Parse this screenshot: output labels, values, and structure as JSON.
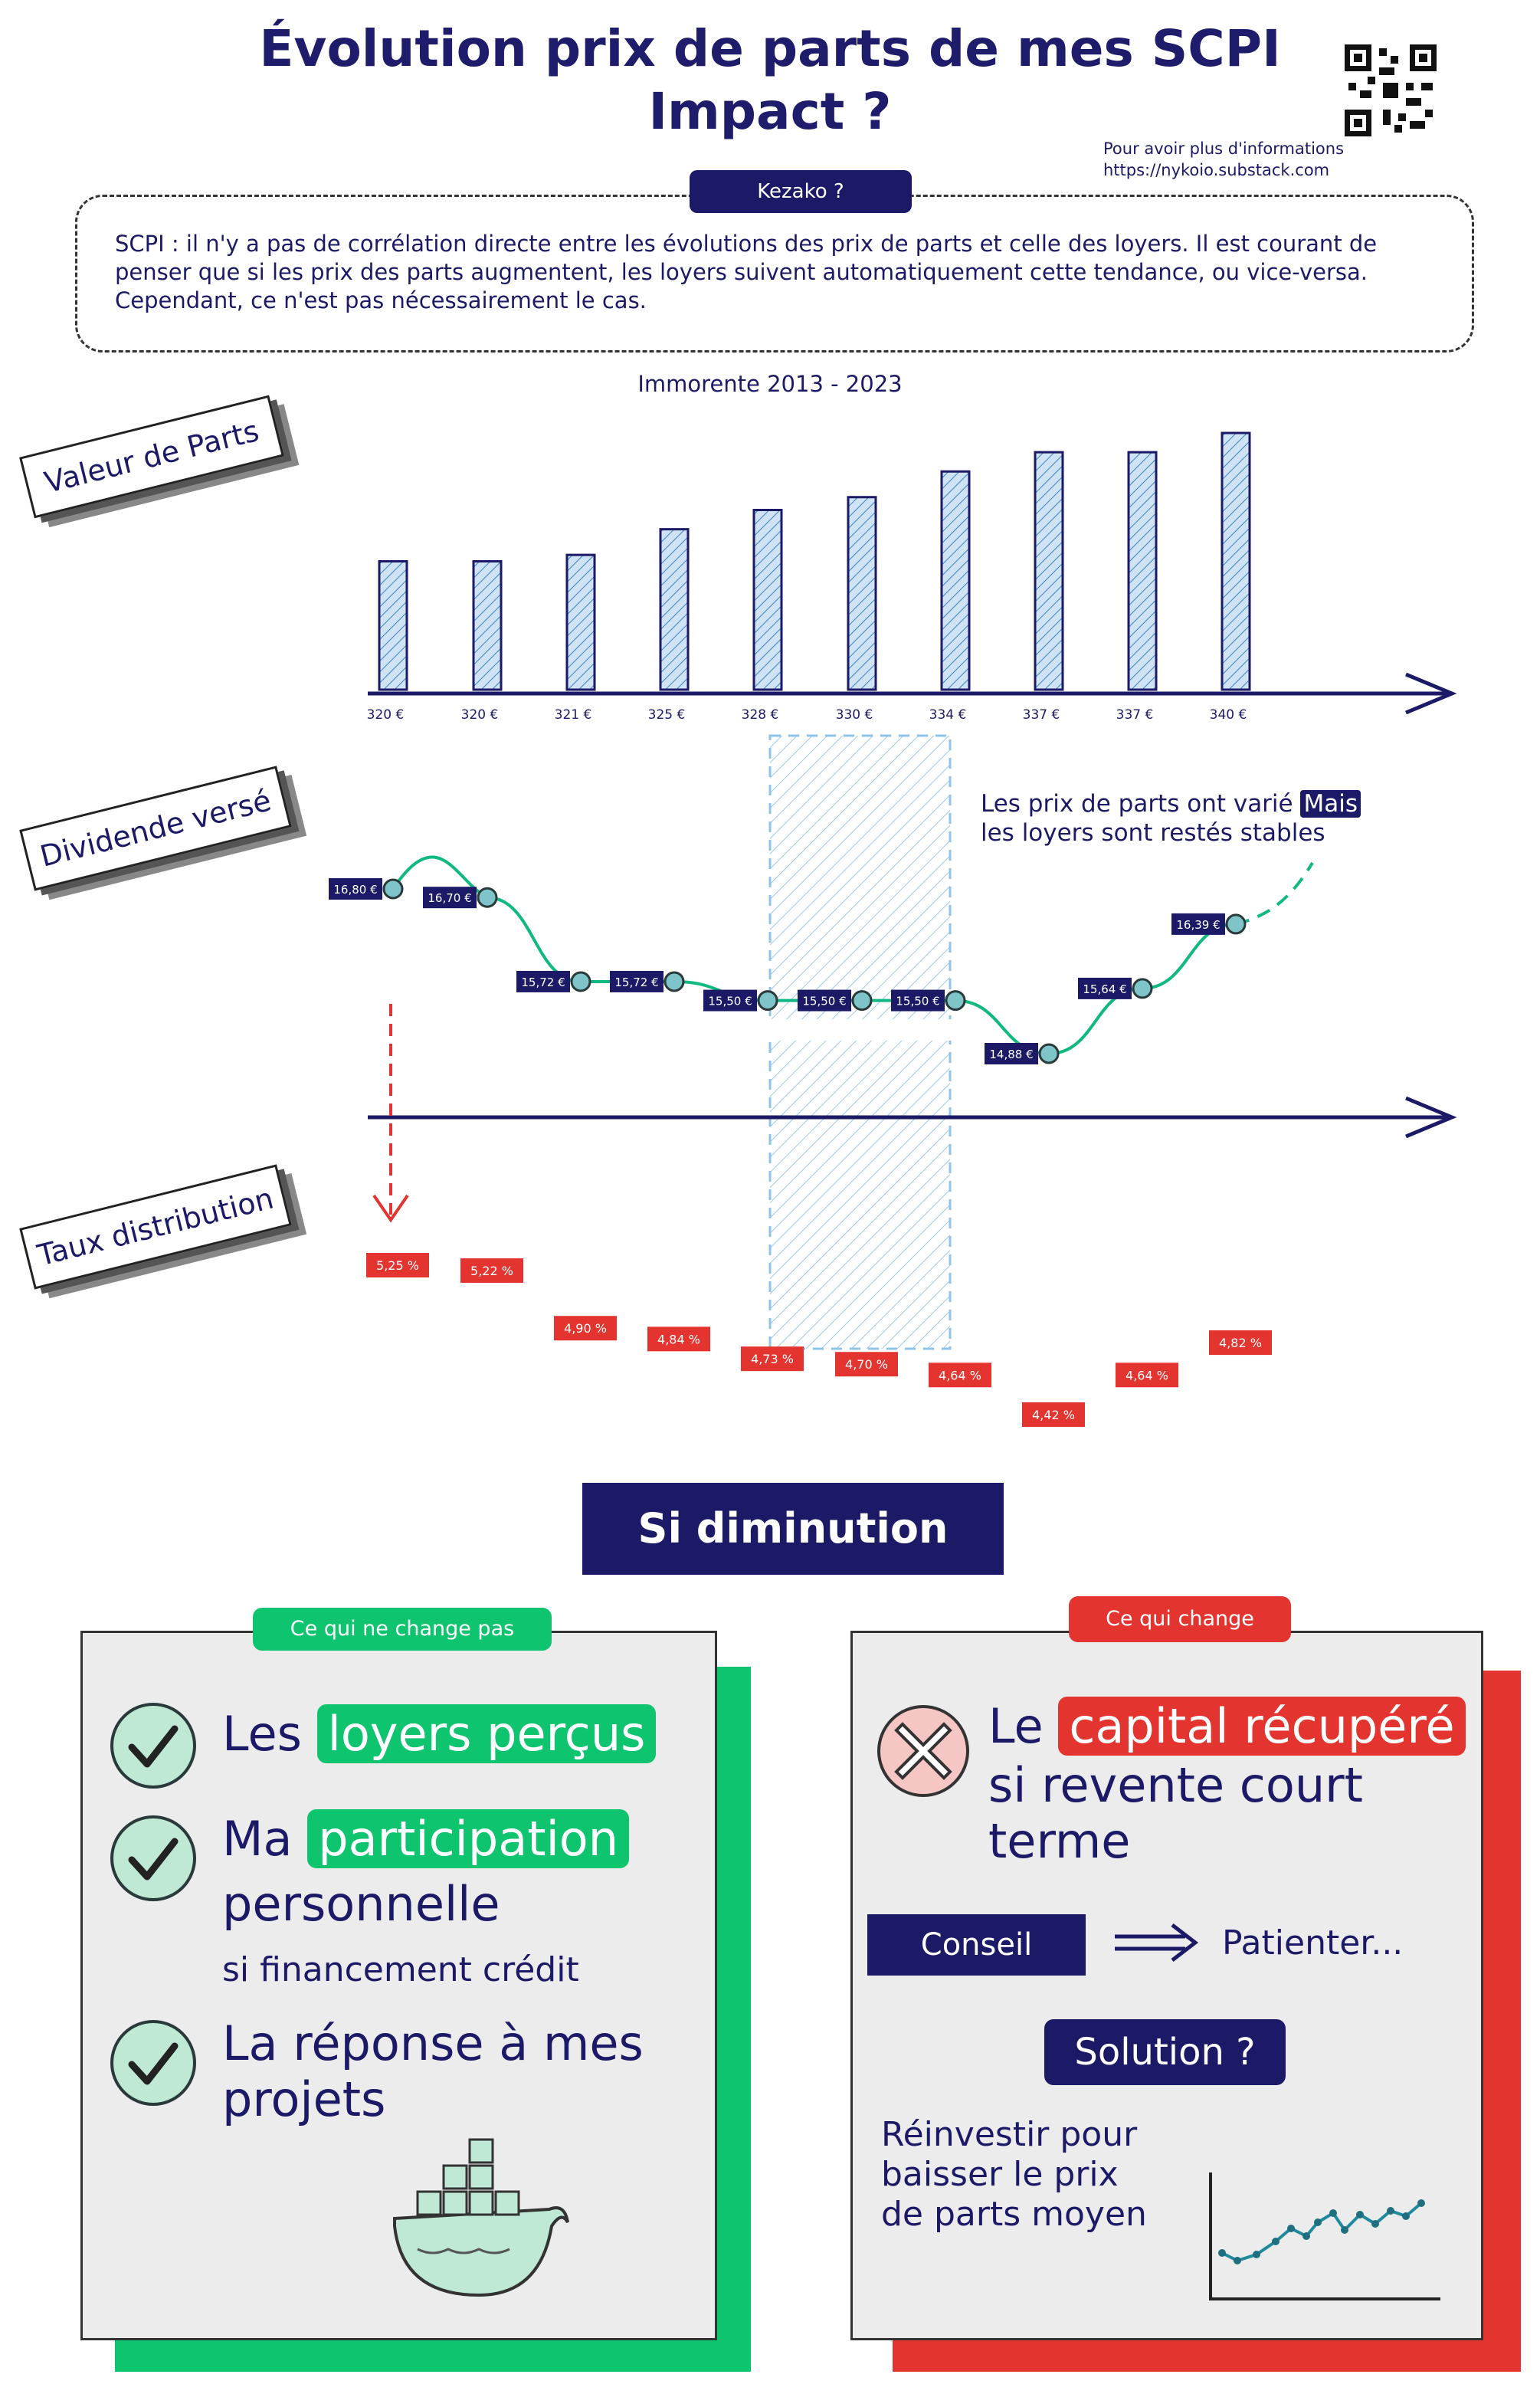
{
  "header": {
    "title_line1": "Évolution prix de parts de mes SCPI",
    "title_line2": "Impact ?",
    "info_line1": "Pour avoir plus d'informations",
    "info_line2": "https://nykoio.substack.com"
  },
  "kezako": {
    "label": "Kezako ?",
    "text": "SCPI : il n'y a pas de corrélation directe entre les évolutions des prix de parts et celle des loyers. Il est courant de penser que si les prix des parts augmentent, les loyers suivent automatiquement cette tendance, ou vice-versa. Cependant, ce n'est pas nécessairement le cas."
  },
  "tags": {
    "valeur": "Valeur de Parts",
    "dividende": "Dividende versé",
    "taux": "Taux distribution"
  },
  "note": {
    "part1": "Les prix de parts ont varié",
    "mais": "Mais",
    "part2": "les loyers sont restés stables"
  },
  "chart_data": [
    {
      "type": "bar",
      "title": "Immorente 2013 - 2023",
      "categories": [
        "320 €",
        "320 €",
        "321 €",
        "325 €",
        "328 €",
        "330 €",
        "334 €",
        "337 €",
        "337 €",
        "340 €"
      ],
      "values": [
        320,
        320,
        321,
        325,
        328,
        330,
        334,
        337,
        337,
        340
      ],
      "colors": {
        "bar": "#bcd7f0",
        "bar_stroke": "#1c1a66",
        "axis": "#1c1a66"
      }
    },
    {
      "type": "line",
      "labels": [
        "16,80 €",
        "16,70 €",
        "15,72 €",
        "15,72 €",
        "15,50 €",
        "15,50 €",
        "15,50 €",
        "14,88 €",
        "15,64 €",
        "16,39 €"
      ],
      "values": [
        16.8,
        16.7,
        15.72,
        15.72,
        15.5,
        15.5,
        15.5,
        14.88,
        15.64,
        16.39
      ],
      "colors": {
        "line": "#10b981",
        "marker": "#7fc4c9",
        "label_bg": "#1c1a66"
      }
    },
    {
      "type": "scatter",
      "labels": [
        "5,25 %",
        "5,22 %",
        "4,90 %",
        "4,84 %",
        "4,73 %",
        "4,70 %",
        "4,64 %",
        "4,42 %",
        "4,64 %",
        "4,82 %"
      ],
      "values": [
        5.25,
        5.22,
        4.9,
        4.84,
        4.73,
        4.7,
        4.64,
        4.42,
        4.64,
        4.82
      ],
      "colors": {
        "label_bg": "#e3342f"
      }
    }
  ],
  "section": {
    "title": "Si diminution"
  },
  "left_panel": {
    "label": "Ce qui ne change pas",
    "item1_pre": "Les",
    "item1_hl": "loyers perçus",
    "item2_pre": "Ma",
    "item2_hl": "participation",
    "item2_post": "personnelle",
    "item2_sub": "si financement crédit",
    "item3_line1": "La réponse à mes",
    "item3_line2": "projets"
  },
  "right_panel": {
    "label": "Ce qui change",
    "item_pre": "Le",
    "item_hl": "capital récupéré",
    "item_line2": "si revente court",
    "item_line3": "terme",
    "conseil": "Conseil",
    "patienter": "Patienter...",
    "solution": "Solution ?",
    "reinvest_line1": "Réinvestir pour",
    "reinvest_line2": "baisser le prix",
    "reinvest_line3": "de parts moyen"
  },
  "colors": {
    "navy": "#1c1a66",
    "green": "#0fc46f",
    "red": "#e3342f",
    "panel": "#ececec"
  }
}
